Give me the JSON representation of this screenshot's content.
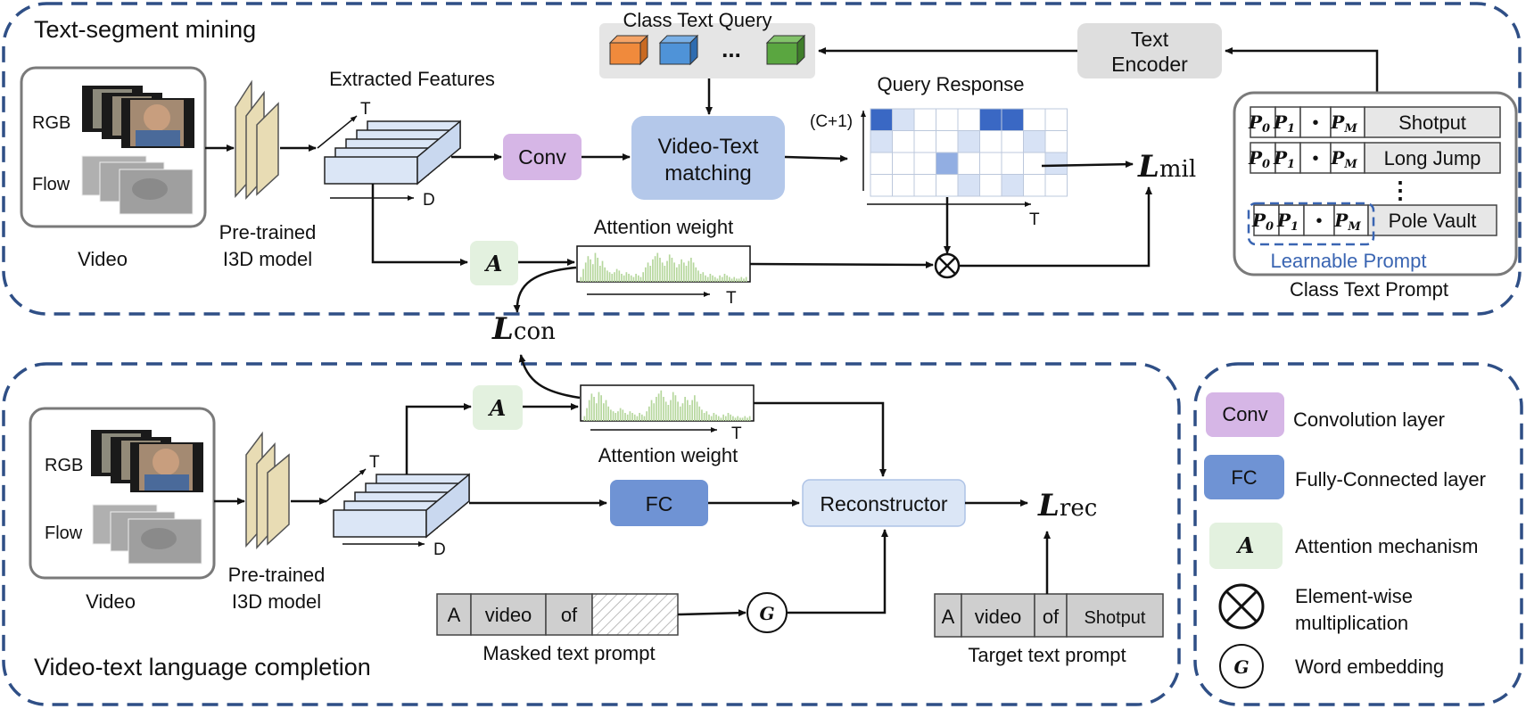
{
  "sections": {
    "top_title": "Text-segment mining",
    "bottom_title": "Video-text language completion"
  },
  "top": {
    "video_rgb": "RGB",
    "video_flow": "Flow",
    "video_label": "Video",
    "i3d_line1": "Pre-trained",
    "i3d_line2": "I3D model",
    "features_label": "Extracted Features",
    "axis_t": "T",
    "axis_d": "D",
    "conv": "Conv",
    "class_query_label": "Class Text Query",
    "query_ellipsis": "...",
    "vt_line1": "Video-Text",
    "vt_line2": "matching",
    "query_response": "Query Response",
    "c_plus_1": "(C+1)",
    "heatmap_t": "T",
    "text_encoder_line1": "Text",
    "text_encoder_line2": "Encoder",
    "loss_mil_main": "L",
    "loss_mil_sub": "mil",
    "attention_weight": "Attention weight",
    "attn_t": "T",
    "attention_symbol": "A"
  },
  "prompt_panel": {
    "tokens": [
      "P",
      "P",
      "•",
      "P"
    ],
    "token_subs": [
      "0",
      "1",
      "",
      "M"
    ],
    "classes": [
      "Shotput",
      "Long Jump",
      "Pole Vault"
    ],
    "vdots": "⋮",
    "learnable": "Learnable Prompt",
    "title": "Class Text Prompt"
  },
  "middle": {
    "loss_con_main": "L",
    "loss_con_sub": "con"
  },
  "bottom": {
    "video_rgb": "RGB",
    "video_flow": "Flow",
    "video_label": "Video",
    "i3d_line1": "Pre-trained",
    "i3d_line2": "I3D model",
    "axis_t": "T",
    "axis_d": "D",
    "attention_symbol": "A",
    "attention_weight": "Attention weight",
    "attn_t": "T",
    "fc": "FC",
    "reconstructor": "Reconstructor",
    "loss_rec_main": "L",
    "loss_rec_sub": "rec",
    "masked_tokens": [
      "A",
      "video",
      "of"
    ],
    "masked_label": "Masked text prompt",
    "word_embed_symbol": "G",
    "target_tokens": [
      "A",
      "video",
      "of",
      "Shotput"
    ],
    "target_label": "Target text prompt"
  },
  "legend": {
    "conv": "Conv",
    "conv_desc": "Convolution layer",
    "fc": "FC",
    "fc_desc": "Fully-Connected layer",
    "attn_symbol": "A",
    "attn_desc": "Attention mechanism",
    "mult_desc_line1": "Element-wise",
    "mult_desc_line2": "multiplication",
    "embed_symbol": "G",
    "embed_desc": "Word embedding"
  },
  "heatmap": {
    "rows": [
      [
        3,
        1,
        0,
        0,
        0,
        3,
        3,
        0,
        0
      ],
      [
        1,
        0,
        0,
        0,
        1,
        0,
        0,
        1,
        0
      ],
      [
        0,
        0,
        0,
        2,
        0,
        0,
        0,
        0,
        1
      ],
      [
        0,
        0,
        0,
        0,
        1,
        0,
        1,
        0,
        0
      ]
    ]
  },
  "attention_bars_top": [
    3,
    8,
    12,
    16,
    14,
    11,
    18,
    15,
    10,
    13,
    9,
    7,
    6,
    5,
    6,
    8,
    7,
    5,
    4,
    6,
    5,
    4,
    3,
    5,
    4,
    3,
    6,
    9,
    12,
    10,
    14,
    16,
    18,
    15,
    12,
    10,
    13,
    17,
    15,
    12,
    9,
    11,
    14,
    12,
    10,
    13,
    15,
    12,
    9,
    7,
    5,
    6,
    4,
    3,
    5,
    4,
    3,
    2,
    4,
    3,
    5,
    4,
    3,
    2,
    3,
    2,
    2,
    3,
    2,
    3
  ],
  "attention_bars_bottom": [
    3,
    8,
    13,
    17,
    15,
    11,
    18,
    16,
    11,
    13,
    9,
    7,
    6,
    5,
    6,
    8,
    7,
    5,
    4,
    6,
    5,
    4,
    3,
    5,
    4,
    3,
    6,
    9,
    13,
    11,
    15,
    17,
    19,
    15,
    12,
    10,
    13,
    18,
    16,
    12,
    9,
    11,
    15,
    13,
    10,
    13,
    16,
    12,
    9,
    7,
    5,
    6,
    4,
    3,
    5,
    4,
    3,
    2,
    4,
    3,
    5,
    4,
    3,
    2,
    3,
    2,
    2,
    3,
    2,
    3
  ],
  "colors": {
    "section_border": "#2f4f86",
    "conv": "#d6b6e6",
    "vt_matching": "#b4c8ea",
    "fc": "#6f93d4",
    "attention": "#e3f1df",
    "reconstructor": "#dbe6f6",
    "text_encoder": "#dedede",
    "heat_dark": "#3a68c4",
    "heat_mid": "#92aee2",
    "heat_light": "#d7e2f5",
    "attn_bar": "#b6d79d",
    "learnable": "#3a65b2"
  }
}
